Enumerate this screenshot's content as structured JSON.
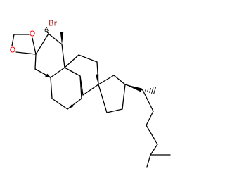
{
  "molecule": {
    "atoms": {
      "bromine": {
        "symbol": "Br",
        "color": "#a52a2a"
      },
      "oxygen_left": {
        "symbol": "O",
        "color": "#ff0000"
      },
      "oxygen_right": {
        "symbol": "O",
        "color": "#ff0000"
      }
    },
    "bond_color": "#000000",
    "background": "#ffffff"
  }
}
